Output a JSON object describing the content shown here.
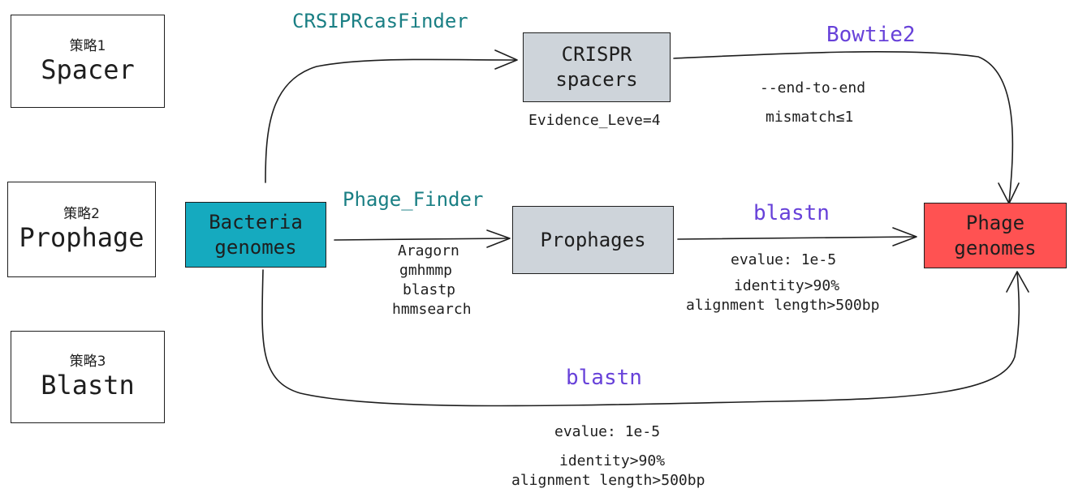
{
  "strategies": [
    {
      "title": "策略1",
      "name": "Spacer"
    },
    {
      "title": "策略2",
      "name": "Prophage"
    },
    {
      "title": "策略3",
      "name": "Blastn"
    }
  ],
  "nodes": {
    "bacteria": {
      "label": "Bacteria\ngenomes",
      "fill": "#15aabf"
    },
    "crispr": {
      "label": "CRISPR\nspacers",
      "fill": "#ced4da"
    },
    "prophages": {
      "label": "Prophages",
      "fill": "#ced4da"
    },
    "phage": {
      "label": "Phage\ngenomes",
      "fill": "#ff5252"
    }
  },
  "edge_labels": {
    "crispr_tool": "CRSIPRcasFinder",
    "crispr_param": "Evidence_Leve=4",
    "bowtie_tool": "Bowtie2",
    "bowtie_param1": "--end-to-end",
    "bowtie_param2": "mismatch≤1",
    "phage_finder_tool": "Phage_Finder",
    "pf_param1": "Aragorn",
    "pf_param2": "gmhmmp",
    "pf_param3": "blastp",
    "pf_param4": "hmmsearch",
    "blastn_mid_tool": "blastn",
    "blastn_mid_evalue": "evalue: 1e-5",
    "blastn_mid_identity": "identity>90%",
    "blastn_mid_length": "alignment length>500bp",
    "blastn_bottom_tool": "blastn",
    "blastn_bottom_evalue": "evalue: 1e-5",
    "blastn_bottom_identity": "identity>90%",
    "blastn_bottom_length": "alignment length>500bp"
  },
  "colors": {
    "teal_text": "#1a7f84",
    "purple_text": "#6741d9",
    "stroke": "#1e1e1e"
  }
}
